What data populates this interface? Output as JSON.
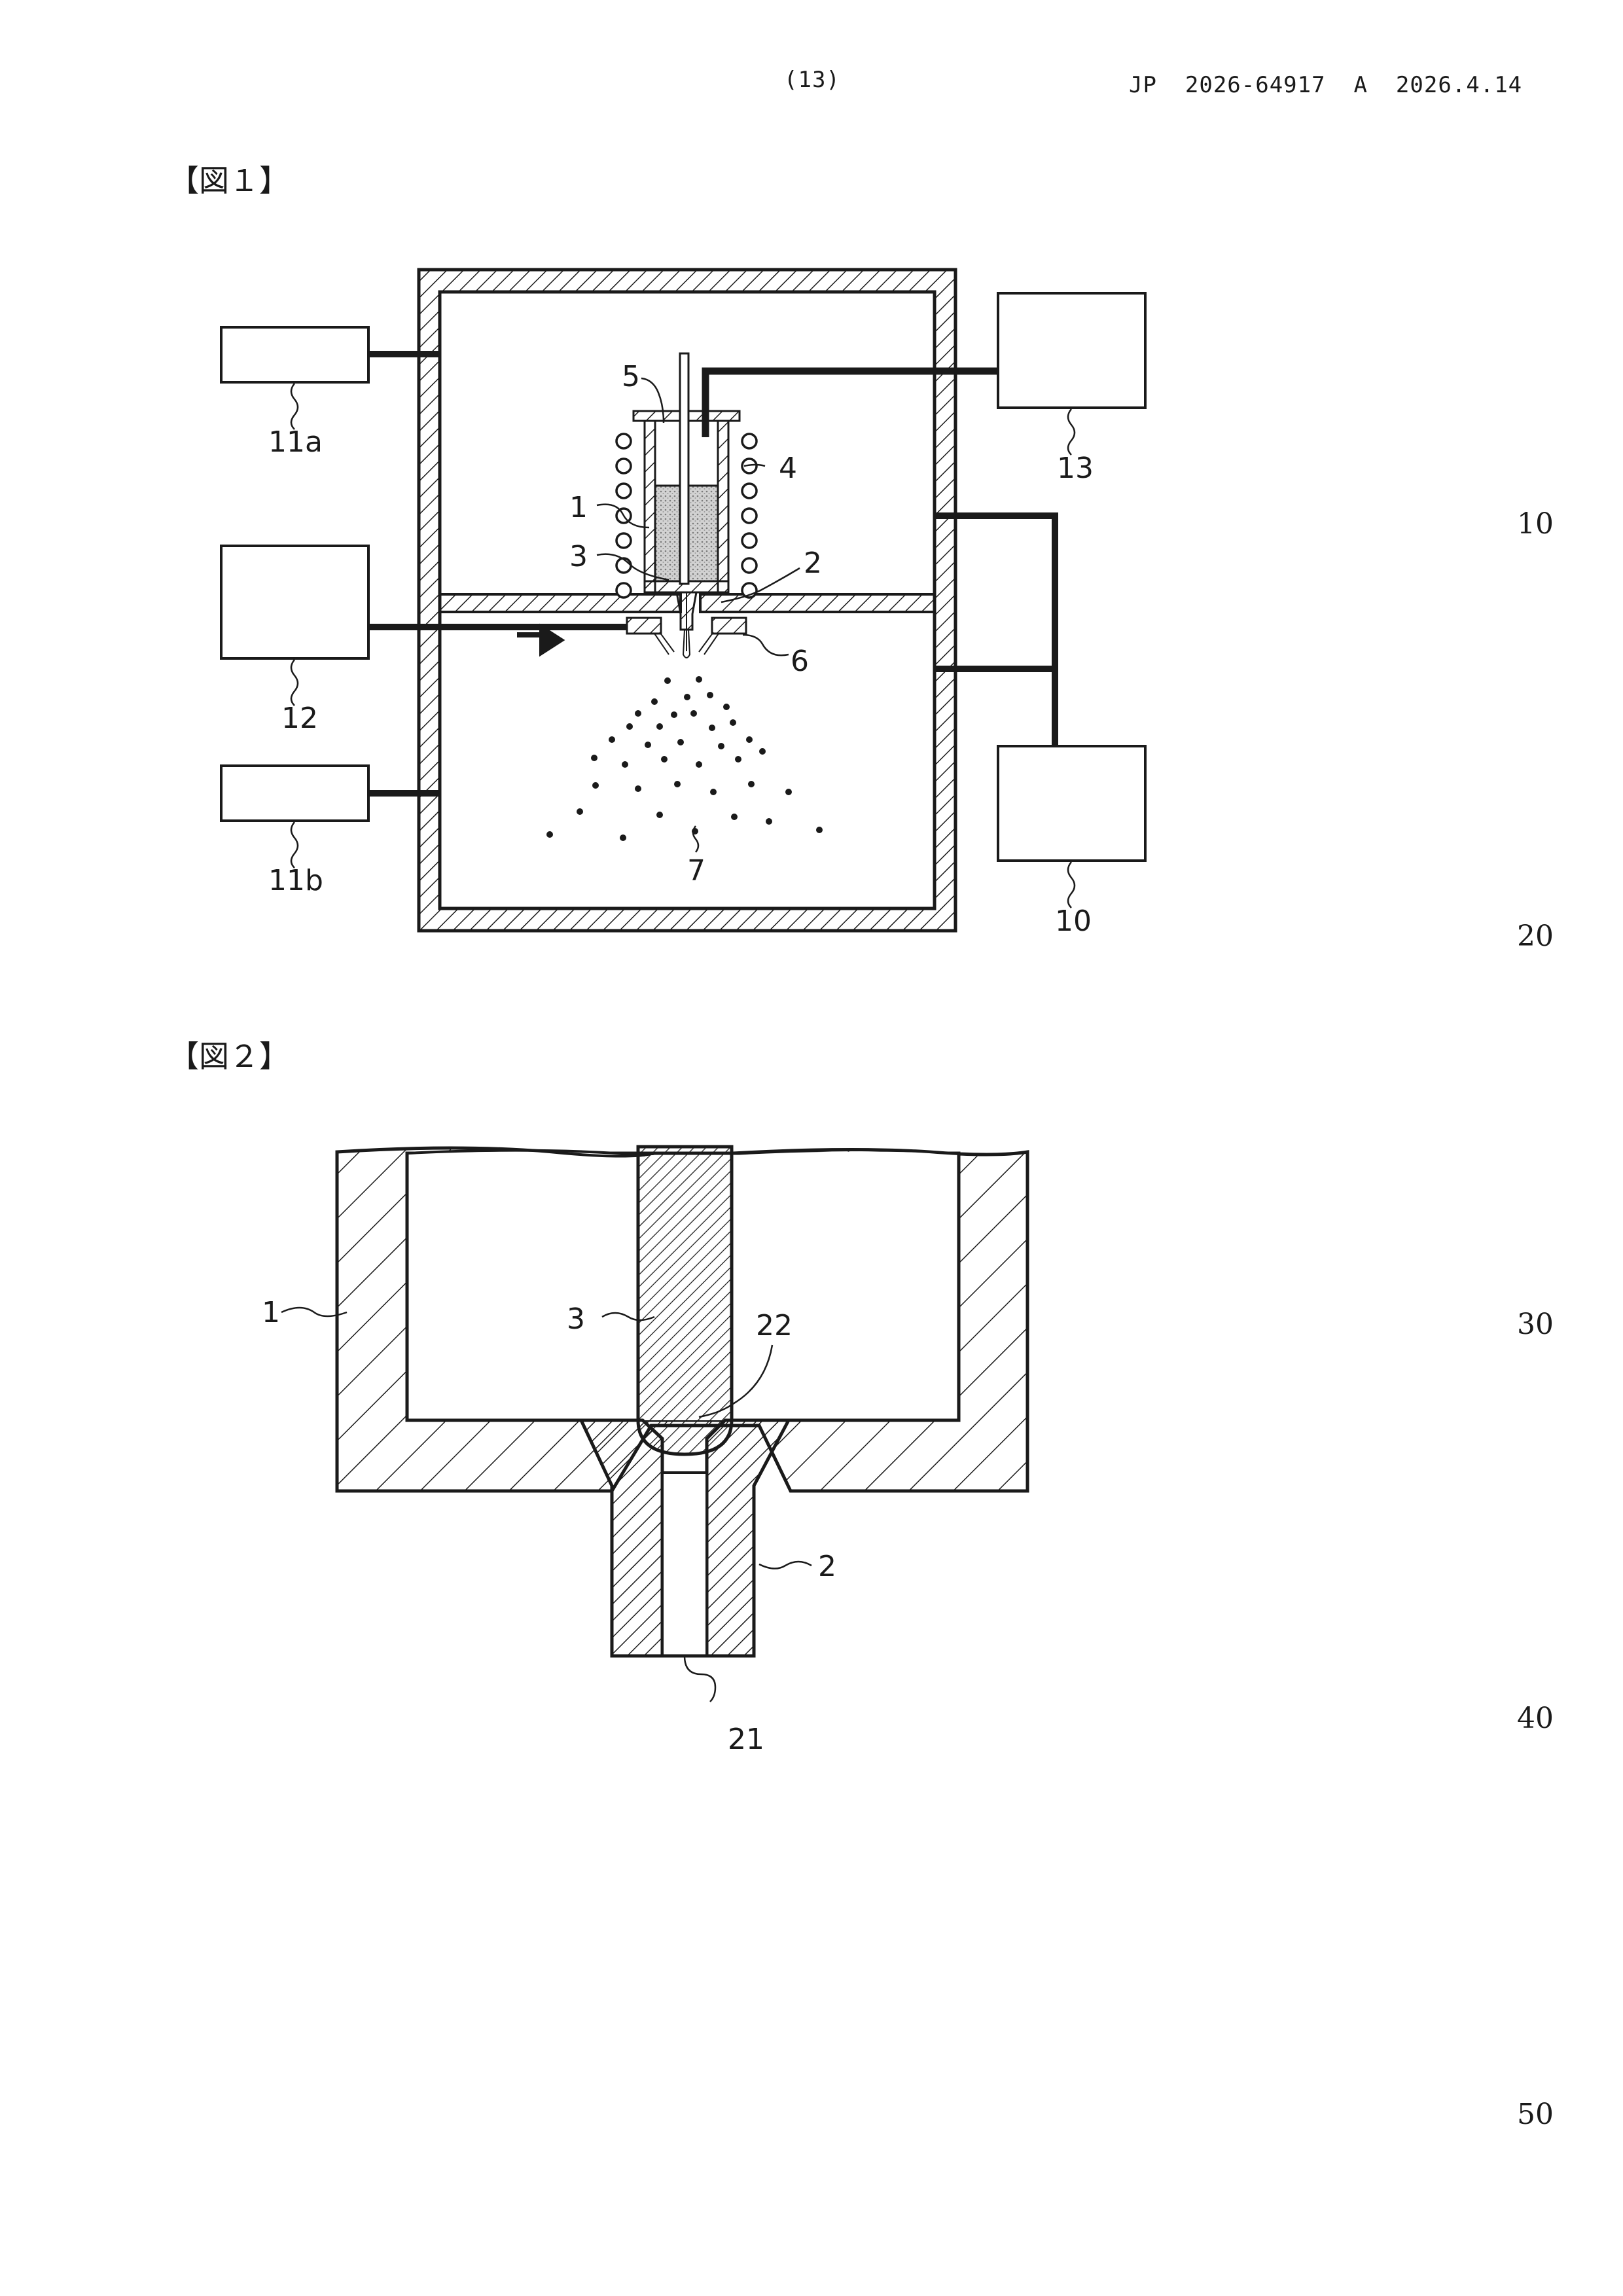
{
  "header": {
    "page_number": "(13)",
    "publication": "JP  2026-64917  A  2026.4.14"
  },
  "figures": {
    "fig1": {
      "title": "【図１】",
      "labels": {
        "l1": "1",
        "l2": "2",
        "l3": "3",
        "l4": "4",
        "l5": "5",
        "l6": "6",
        "l7": "7",
        "l10": "10",
        "l11a": "11a",
        "l11b": "11b",
        "l12": "12",
        "l13": "13"
      }
    },
    "fig2": {
      "title": "【図２】",
      "labels": {
        "l1": "1",
        "l2": "2",
        "l3": "3",
        "l21": "21",
        "l22": "22"
      }
    }
  },
  "line_numbers": [
    "10",
    "20",
    "30",
    "40",
    "50"
  ]
}
